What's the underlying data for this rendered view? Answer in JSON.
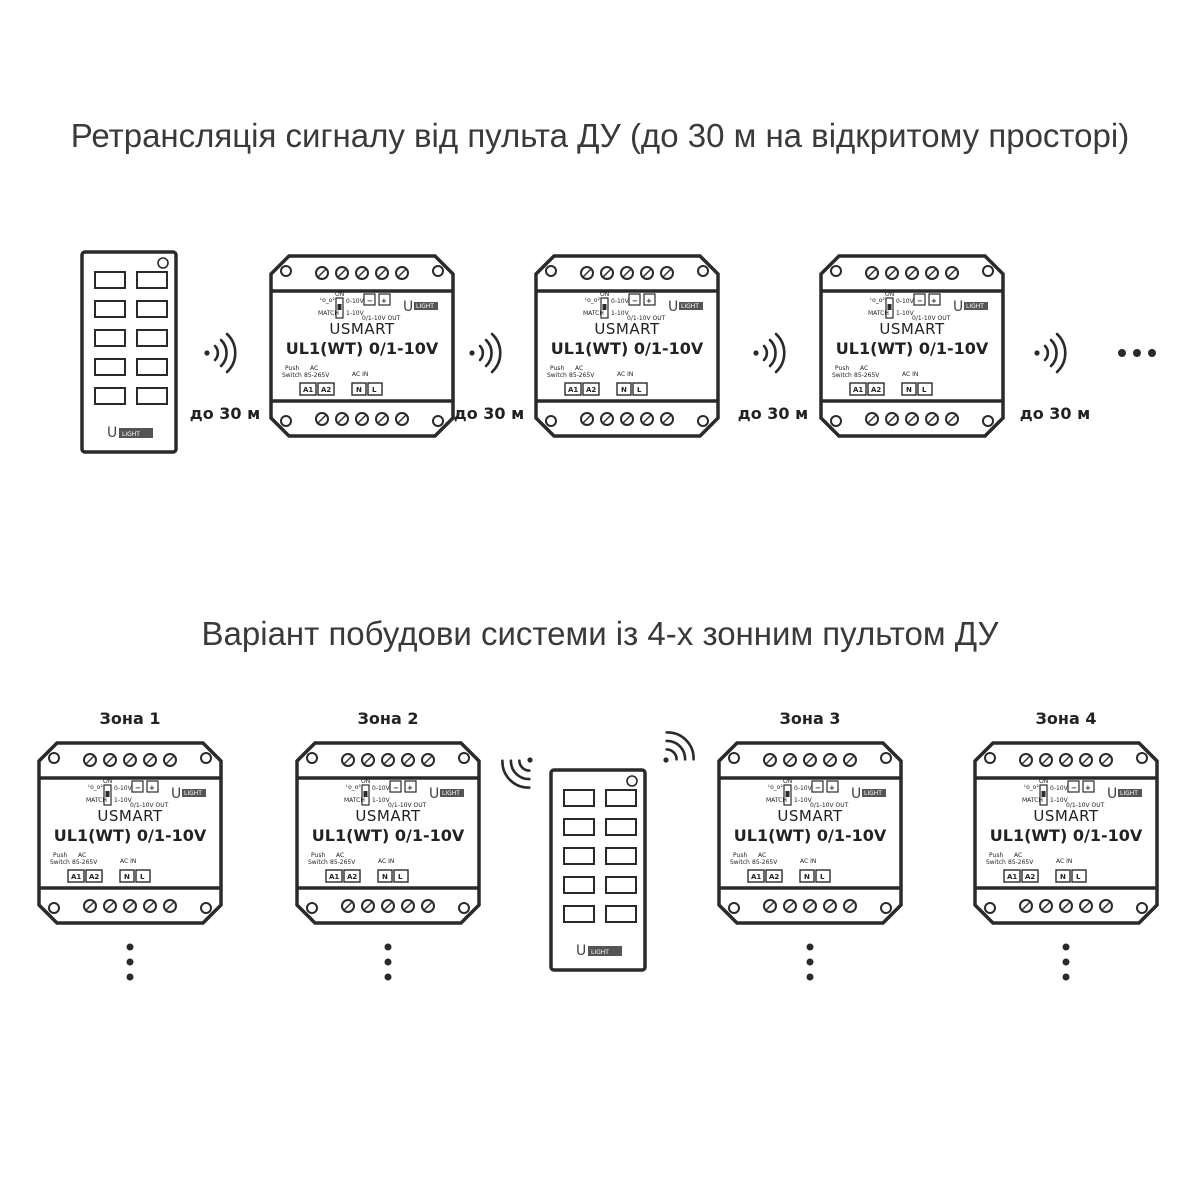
{
  "section1": {
    "title": "Ретрансляція сигналу від пульта ДУ (до 30 м на відкритому просторі)",
    "distance_label": "до 30 м",
    "ellipsis": "•••"
  },
  "section2": {
    "title": "Варіант побудови системи із 4-х зонним пультом ДУ",
    "zones": [
      "Зона 1",
      "Зона 2",
      "Зона 3",
      "Зона 4"
    ]
  },
  "device": {
    "brand": "USMART",
    "model": "UL1(WT) 0/1-10V",
    "labels": {
      "match": "MATCH",
      "on": "ON",
      "v010": "0-10V",
      "v110": "1-10V",
      "minus": "−",
      "plus": "+",
      "out": "0/1-10V OUT",
      "push": "Push",
      "switch": "Switch",
      "ac": "AC",
      "ac_range": "85-265V",
      "ac_in": "AC IN",
      "a1": "A1",
      "a2": "A2",
      "n": "N",
      "l": "L"
    }
  },
  "remote": {
    "logo_u": "U",
    "logo_light": "LIGHT"
  },
  "colors": {
    "stroke": "#2a2a2a",
    "text": "#3a3a3a"
  }
}
